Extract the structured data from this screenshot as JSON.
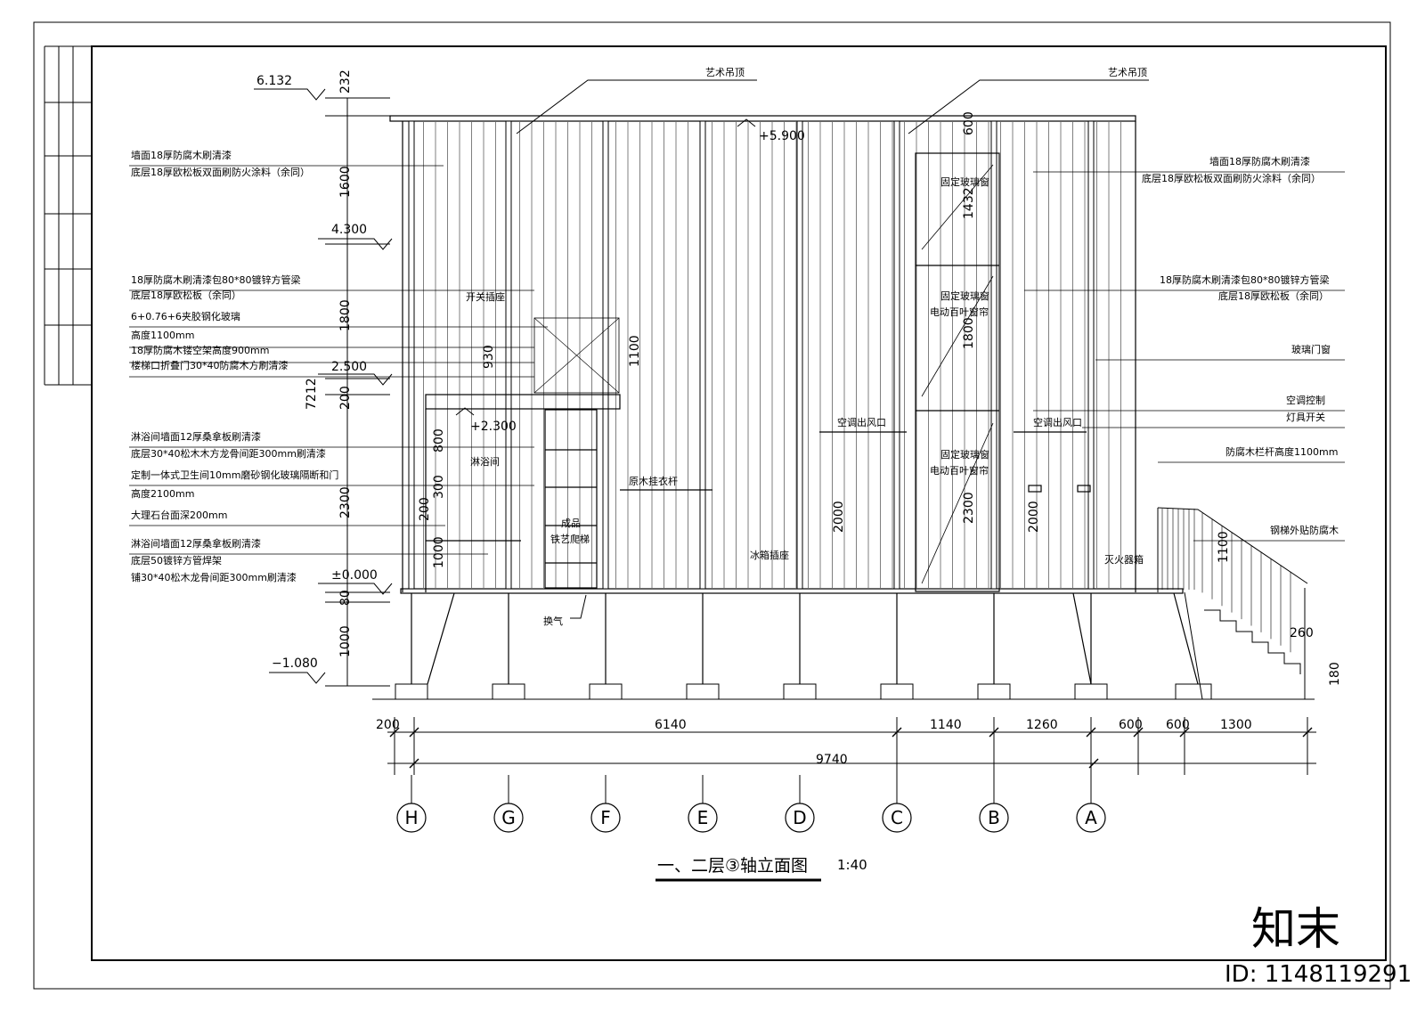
{
  "title": {
    "main": "一、二层③轴立面图",
    "scale": "1:40"
  },
  "top_labels": {
    "ceiling_left": "艺术吊顶",
    "ceiling_right": "艺术吊顶"
  },
  "levels": {
    "roof": "6.132",
    "l430": "4.300",
    "l250": "2.500",
    "l000": "±0.000",
    "neg": "−1.080",
    "roof_plus": "+5.900",
    "shower_plus": "+2.300"
  },
  "vdims": {
    "d232": "232",
    "d1600": "1600",
    "d1800": "1800",
    "d200": "200",
    "d7212": "7212",
    "d2300": "2300",
    "d80": "80",
    "d1000": "1000",
    "d180": "180",
    "d930": "930",
    "d1100": "1100",
    "d800": "800",
    "d300": "300",
    "d200b": "200",
    "d1000b": "1000",
    "d600": "600",
    "d1432": "1432",
    "d1800b": "1800",
    "d2300b": "2300",
    "d2000": "2000",
    "d2000b": "2000",
    "d1100b": "1100",
    "d260": "260"
  },
  "hdims": [
    "200",
    "6140",
    "1140",
    "1260",
    "600",
    "600",
    "1300"
  ],
  "total_dim": "9740",
  "axes": [
    "H",
    "G",
    "F",
    "E",
    "D",
    "C",
    "B",
    "A"
  ],
  "left_notes": [
    "墙面18厚防腐木刷清漆",
    "底层18厚欧松板双面刷防火涂料（余同）",
    "18厚防腐木刷清漆包80*80镀锌方管梁",
    "底层18厚欧松板（余同）",
    "6+0.76+6夹胶钢化玻璃",
    "高度1100mm",
    "18厚防腐木镂空架高度900mm",
    "楼梯口折叠门30*40防腐木方刷清漆",
    "淋浴间墙面12厚桑拿板刷清漆",
    "底层30*40松木木方龙骨间距300mm刷清漆",
    "定制一体式卫生间10mm磨砂钢化玻璃隔断和门",
    "高度2100mm",
    "大理石台面深200mm",
    "淋浴间墙面12厚桑拿板刷清漆",
    "底层50镀锌方管焊架",
    "铺30*40松木龙骨间距300mm刷清漆"
  ],
  "right_notes": [
    "墙面18厚防腐木刷清漆",
    "底层18厚欧松板双面刷防火涂料（余同）",
    "18厚防腐木刷清漆包80*80镀锌方管梁",
    "底层18厚欧松板（余同）",
    "玻璃门窗",
    "空调控制",
    "灯具开关",
    "防腐木栏杆高度1100mm",
    "钢梯外贴防腐木"
  ],
  "inner_labels": {
    "switch_socket": "开关插座",
    "shower": "淋浴间",
    "ladder1": "成品",
    "ladder2": "铁艺爬梯",
    "rail": "原木挂衣杆",
    "fridge": "冰箱插座",
    "ac1": "空调出风口",
    "ac2": "空调出风口",
    "win1": "固定玻璃窗",
    "win2a": "固定玻璃窗",
    "win2b": "电动百叶窗帘",
    "win3a": "固定玻璃窗",
    "win3b": "电动百叶窗帘",
    "extinguisher": "灭火器箱",
    "vent": "换气"
  },
  "watermark": {
    "brand": "知末",
    "id": "ID: 1148119291"
  },
  "colors": {
    "line": "#000000",
    "watermark": "#d8d8d8"
  }
}
